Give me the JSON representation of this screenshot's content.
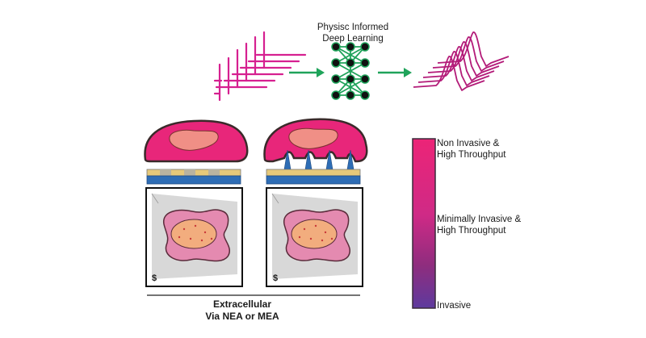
{
  "deep_learning": {
    "title_line1": "Physisc Informed",
    "title_line2": "Deep Learning"
  },
  "scale": {
    "top_line1": "Non Invasive &",
    "top_line2": "High Throughput",
    "middle_line1": "Minimally Invasive &",
    "middle_line2": "High Throughput",
    "bottom": "Invasive",
    "colors": {
      "top": "#e8267a",
      "middle": "#9a2a78",
      "bottom": "#6a3a98"
    }
  },
  "panels": {
    "left_symbol": "$",
    "right_symbol": "$"
  },
  "caption": {
    "line1": "Extracellular",
    "line2": "Via NEA or MEA"
  },
  "colors": {
    "tissue": "#e8267a",
    "tissue_inner": "#f08f86",
    "signal": "#d62090",
    "arrow": "#1fa35a",
    "network_node": "#111111",
    "network_edge": "#1fa35a",
    "electrode_blue": "#2e6db5",
    "electrode_gold": "#e6c97a",
    "cell_fill": "#e48ab0",
    "nucleus_fill": "#f2ad7e"
  }
}
